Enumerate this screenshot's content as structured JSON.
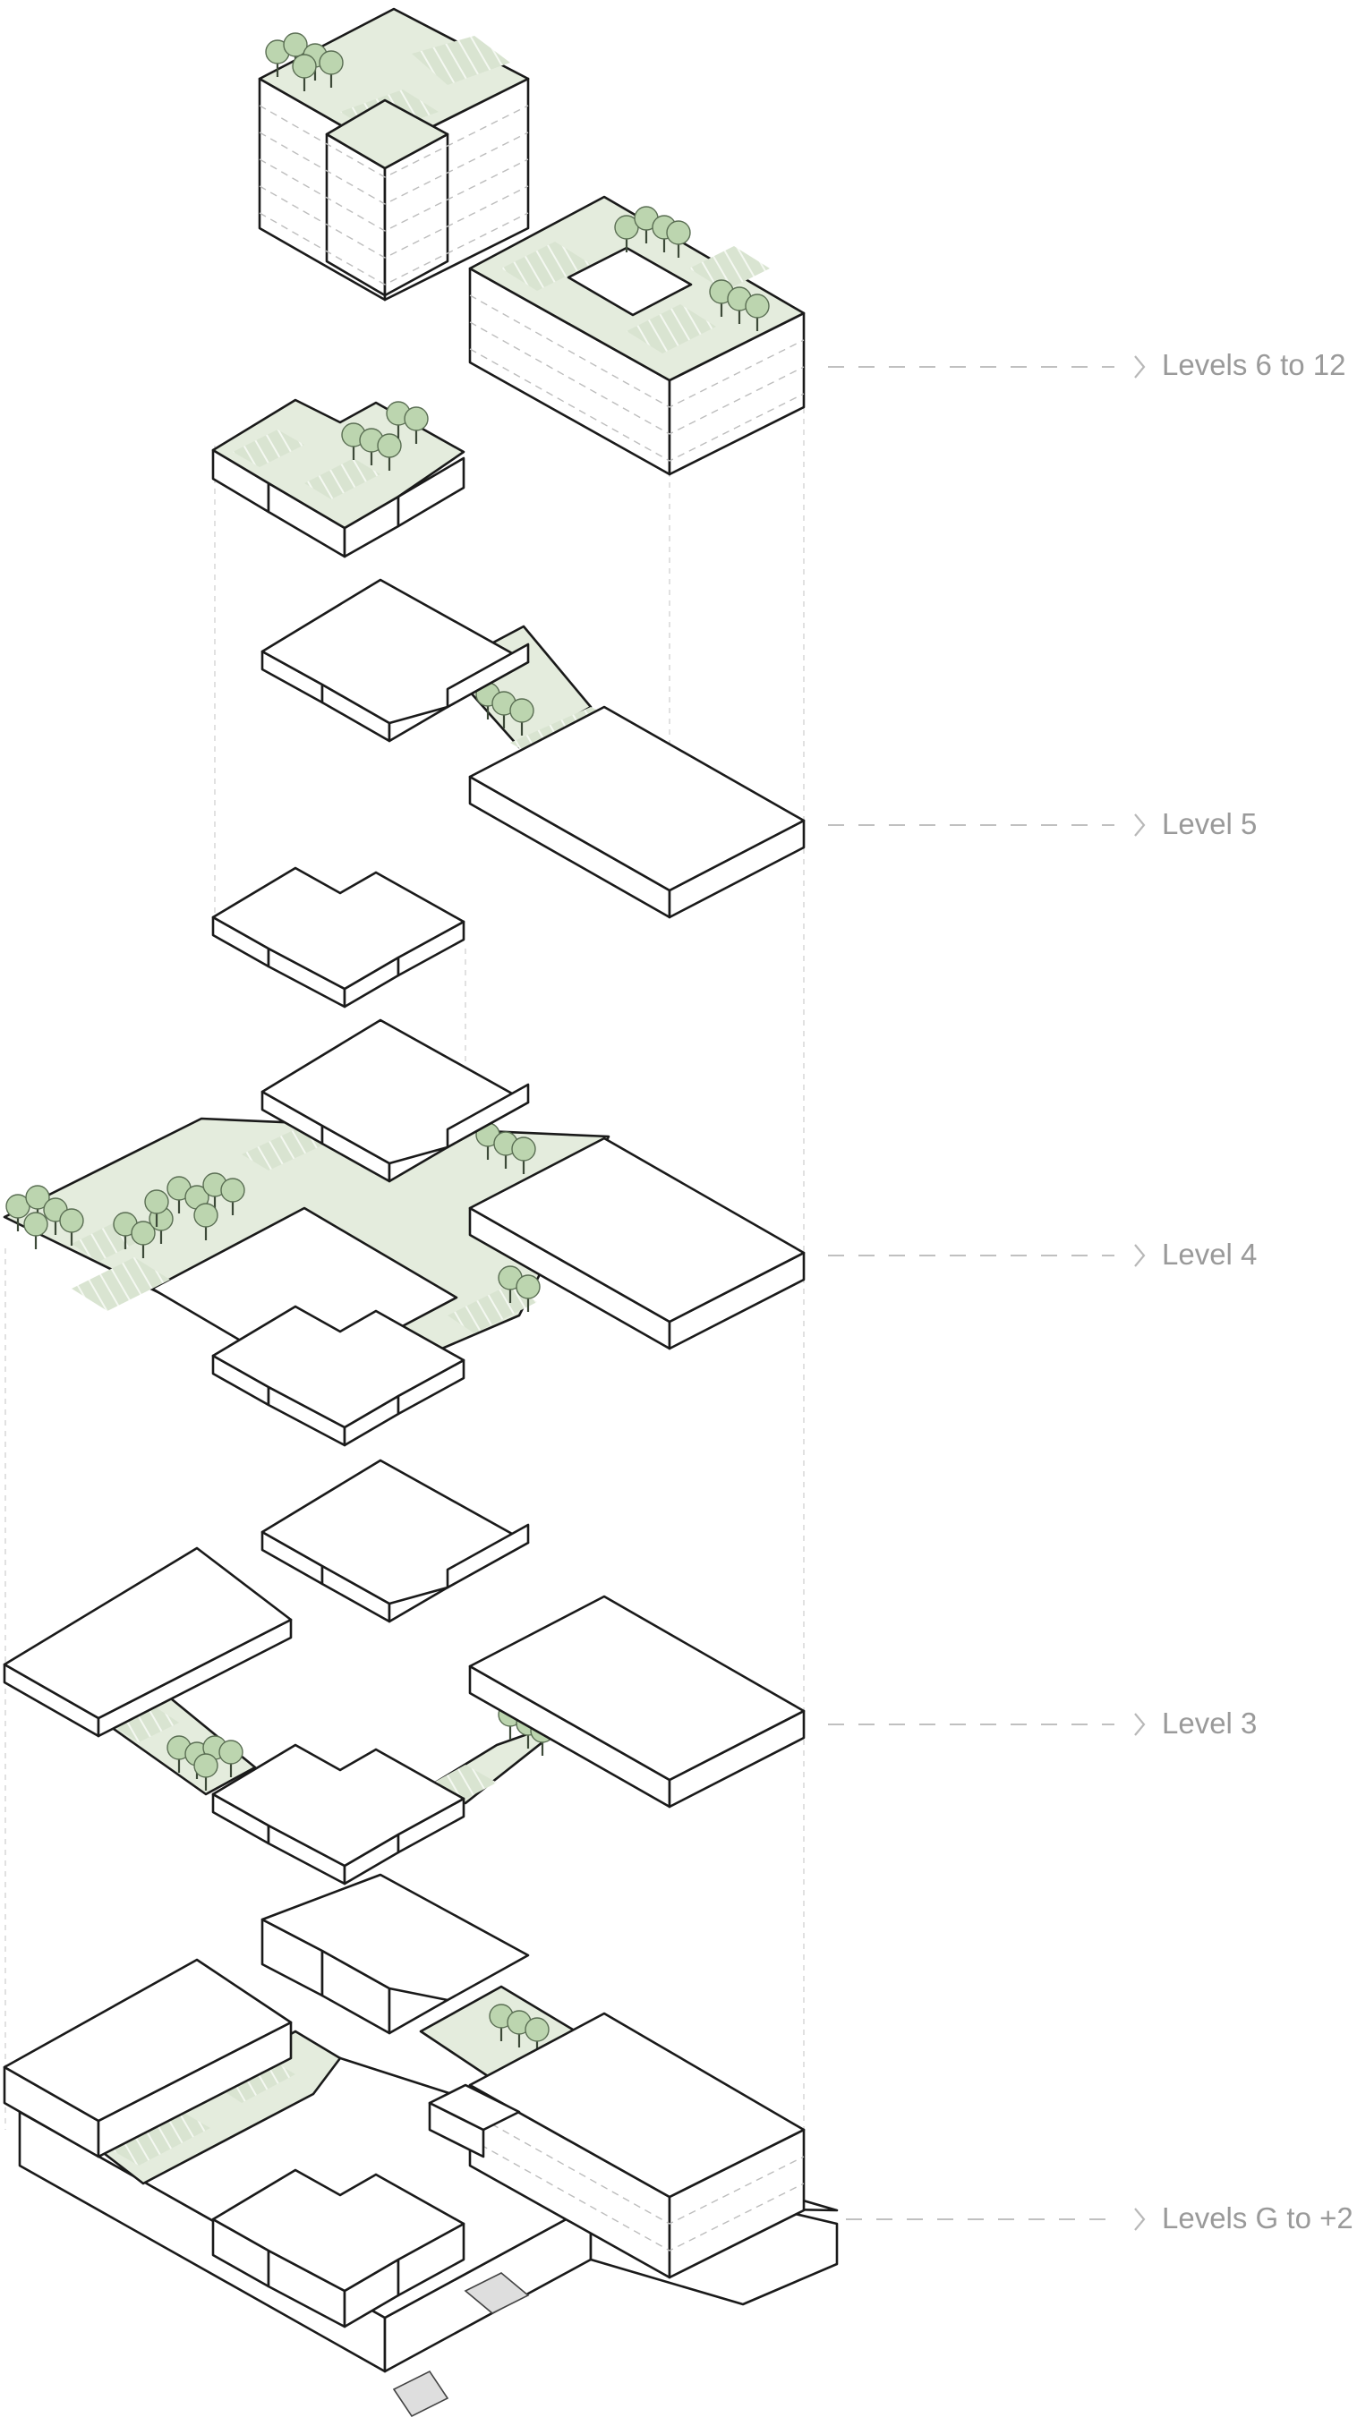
{
  "diagram": {
    "type": "exploded-axonometric",
    "levels": [
      {
        "label": "Levels 6 to 12"
      },
      {
        "label": "Level 5"
      },
      {
        "label": "Level 4"
      },
      {
        "label": "Level 3"
      },
      {
        "label": "Levels G to +2"
      }
    ]
  },
  "colors": {
    "outline": "#1a1a1a",
    "landscape_green": "#e4ecdd",
    "tree_green": "#bcd5af",
    "label_grey": "#9a9a9a",
    "leader_grey": "#b8b8b8"
  },
  "icons": [
    "tree-icon",
    "chevron-right-icon"
  ]
}
